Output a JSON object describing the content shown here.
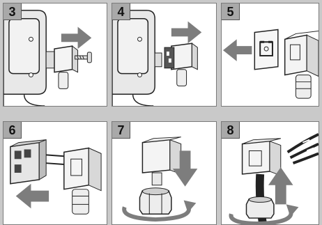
{
  "steps": [
    {
      "number": "3"
    },
    {
      "number": "4"
    },
    {
      "number": "5"
    },
    {
      "number": "6"
    },
    {
      "number": "7"
    },
    {
      "number": "8"
    }
  ],
  "colors": {
    "background": "#c9c9c9",
    "panel": "#ffffff",
    "badge": "#a9a9a9",
    "arrow": "#7d7d7d",
    "outline": "#222222"
  }
}
